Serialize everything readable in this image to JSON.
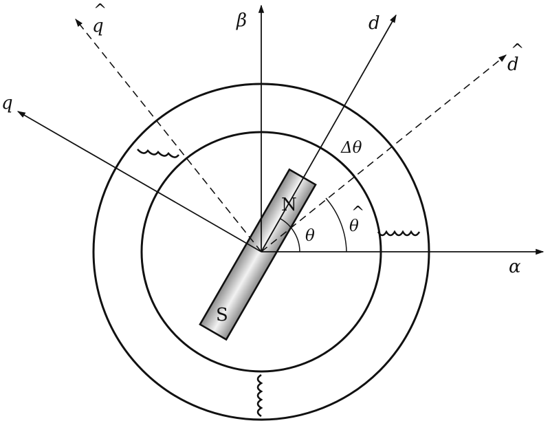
{
  "axes": {
    "alpha": "α",
    "beta": "β",
    "d": "d",
    "q": "q",
    "d_hat": "d",
    "q_hat": "q",
    "hat_mark": "^"
  },
  "angles": {
    "theta": "θ",
    "theta_hat": "θ",
    "delta_theta": "Δθ"
  },
  "magnet": {
    "north": "N",
    "south": "S"
  },
  "colors": {
    "line": "#111111",
    "magnet_light": "#f2f2f2",
    "magnet_dark": "#8c8c8c"
  }
}
